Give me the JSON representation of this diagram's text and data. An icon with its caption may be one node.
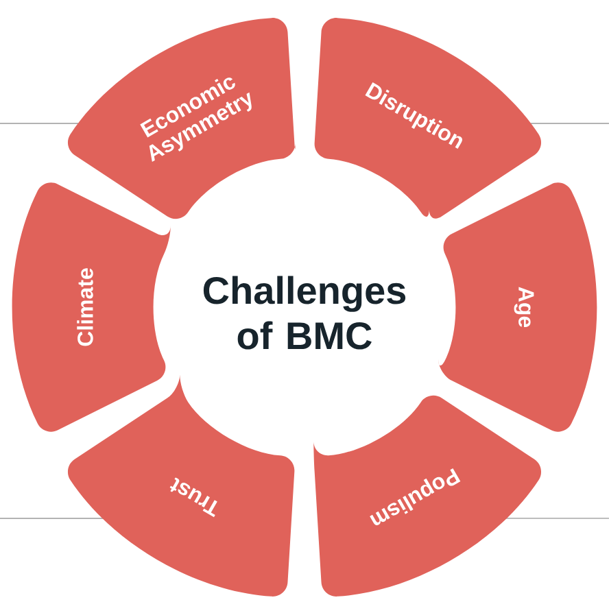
{
  "diagram": {
    "title": "Challenges of BMC",
    "nodes": [
      {
        "text": [
          "Economic Asymmetry"
        ]
      },
      {
        "text": [
          "Disruption"
        ]
      },
      {
        "text": [
          "Age"
        ]
      },
      {
        "text": [
          "Populism"
        ]
      },
      {
        "text": [
          "Trust"
        ]
      },
      {
        "text": [
          "Climate"
        ]
      }
    ]
  }
}
